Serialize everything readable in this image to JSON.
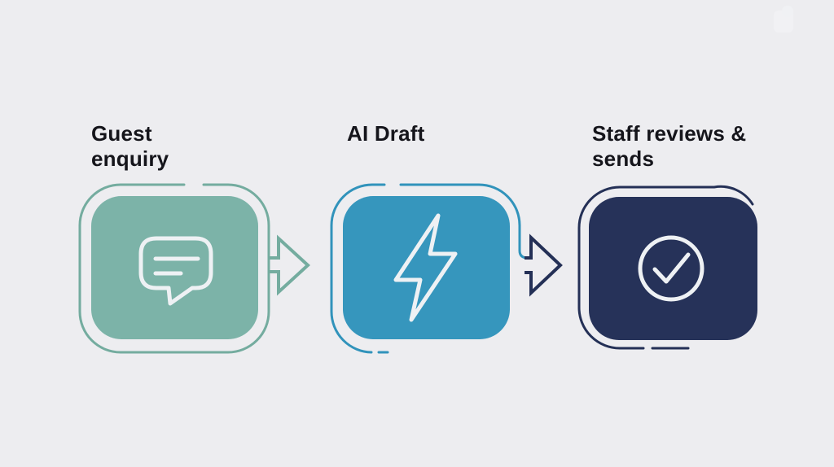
{
  "background": "#ededf0",
  "text_color": "#15151b",
  "icon_color": "#eef1f4",
  "steps": [
    {
      "label": "Guest enquiry",
      "icon": "chat-bubble-icon",
      "fill": "#7cb3a8",
      "outline": "#74ac9f"
    },
    {
      "label": "AI Draft",
      "icon": "lightning-bolt-icon",
      "fill": "#3696bd",
      "outline": "#3193bb"
    },
    {
      "label": "Staff reviews & sends",
      "icon": "check-circle-icon",
      "fill": "#263259",
      "outline": "#243056"
    }
  ],
  "arrows": [
    {
      "color": "#74ac9f"
    },
    {
      "color": "#243056"
    }
  ]
}
